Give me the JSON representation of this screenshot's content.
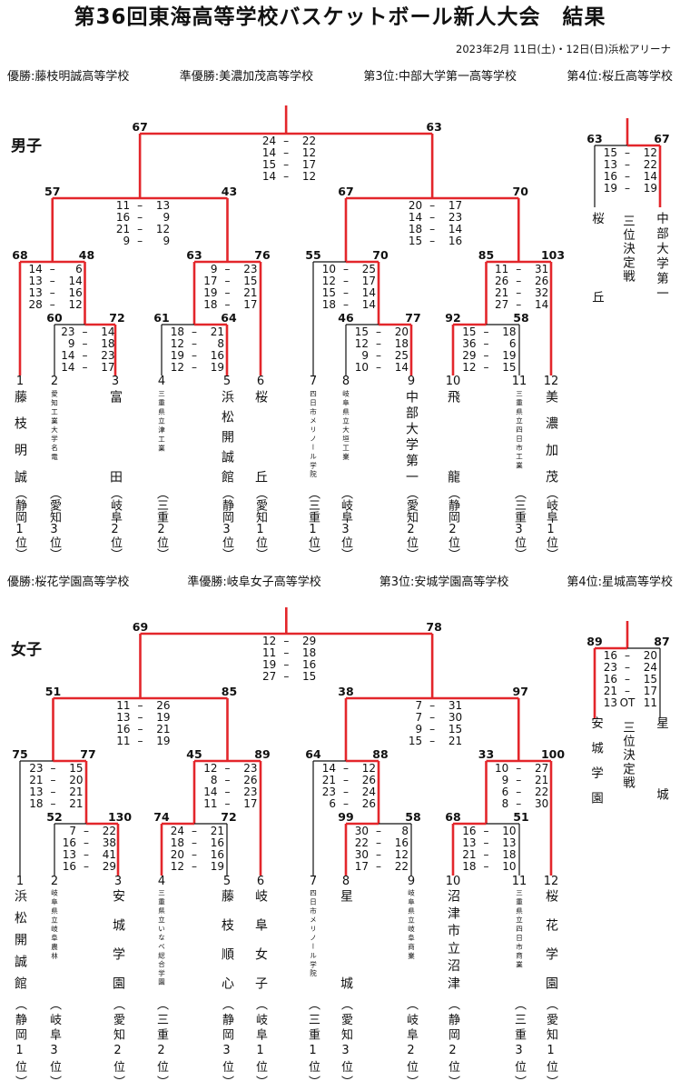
{
  "title": "第36回東海高等学校バスケットボール新人大会　結果",
  "date": "2023年2月 11日(土)・12日(日)浜松アリーナ",
  "colors": {
    "winner": "#e3262b",
    "line": "#111111"
  },
  "men": {
    "label": "男子",
    "results": [
      "優勝:藤枝明誠高等学校",
      "準優勝:美濃加茂高等学校",
      "第3位:中部大学第一高等学校",
      "第4位:桜丘高等学校"
    ],
    "teams": [
      {
        "no": "1",
        "name": "藤枝明誠",
        "pref": "（静岡1位）",
        "small": false
      },
      {
        "no": "2",
        "name": "愛知工業大学名電",
        "pref": "（愛知3位）",
        "small": true
      },
      {
        "no": "3",
        "name": "富田",
        "pref": "（岐阜2位）",
        "small": false
      },
      {
        "no": "4",
        "name": "三重県立津工業",
        "pref": "（三重2位）",
        "small": true
      },
      {
        "no": "5",
        "name": "浜松開誠館",
        "pref": "（静岡3位）",
        "small": false
      },
      {
        "no": "6",
        "name": "桜丘",
        "pref": "（愛知1位）",
        "small": false
      },
      {
        "no": "7",
        "name": "四日市メリノール学院",
        "pref": "（三重1位）",
        "small": true
      },
      {
        "no": "8",
        "name": "岐阜県立大垣工業",
        "pref": "（岐阜3位）",
        "small": true
      },
      {
        "no": "9",
        "name": "中部大学第一",
        "pref": "（愛知2位）",
        "small": false
      },
      {
        "no": "10",
        "name": "飛龍",
        "pref": "（静岡2位）",
        "small": false
      },
      {
        "no": "11",
        "name": "三重県立四日市工業",
        "pref": "（三重3位）",
        "small": true
      },
      {
        "no": "12",
        "name": "美濃加茂",
        "pref": "（岐阜1位）",
        "small": false
      }
    ],
    "bracket": {
      "scores": [
        67,
        63
      ],
      "winner": "L",
      "sets": [
        [
          24,
          22
        ],
        [
          14,
          12
        ],
        [
          15,
          17
        ],
        [
          14,
          12
        ]
      ],
      "L": {
        "scores": [
          57,
          43
        ],
        "winner": "L",
        "sets": [
          [
            11,
            13
          ],
          [
            16,
            9
          ],
          [
            21,
            12
          ],
          [
            9,
            9
          ]
        ],
        "L": {
          "scores": [
            68,
            48
          ],
          "winner": "L",
          "sets": [
            [
              14,
              6
            ],
            [
              13,
              14
            ],
            [
              13,
              16
            ],
            [
              28,
              12
            ]
          ],
          "L": 1,
          "R": {
            "scores": [
              60,
              72
            ],
            "winner": "R",
            "sets": [
              [
                23,
                14
              ],
              [
                9,
                18
              ],
              [
                14,
                23
              ],
              [
                14,
                17
              ]
            ],
            "L": 2,
            "R": 3
          }
        },
        "R": {
          "scores": [
            63,
            76
          ],
          "winner": "R",
          "sets": [
            [
              9,
              23
            ],
            [
              17,
              15
            ],
            [
              19,
              21
            ],
            [
              18,
              17
            ]
          ],
          "L": {
            "scores": [
              61,
              64
            ],
            "winner": "R",
            "sets": [
              [
                18,
                21
              ],
              [
                12,
                8
              ],
              [
                19,
                16
              ],
              [
                12,
                19
              ]
            ],
            "L": 4,
            "R": 5
          },
          "R": 6
        }
      },
      "R": {
        "scores": [
          67,
          70
        ],
        "winner": "R",
        "sets": [
          [
            20,
            17
          ],
          [
            14,
            23
          ],
          [
            18,
            14
          ],
          [
            15,
            16
          ]
        ],
        "L": {
          "scores": [
            55,
            70
          ],
          "winner": "R",
          "sets": [
            [
              10,
              25
            ],
            [
              12,
              17
            ],
            [
              15,
              14
            ],
            [
              18,
              14
            ]
          ],
          "L": 7,
          "R": {
            "scores": [
              46,
              77
            ],
            "winner": "R",
            "sets": [
              [
                15,
                20
              ],
              [
                12,
                18
              ],
              [
                9,
                25
              ],
              [
                10,
                14
              ]
            ],
            "L": 8,
            "R": 9
          }
        },
        "R": {
          "scores": [
            85,
            103
          ],
          "winner": "R",
          "sets": [
            [
              11,
              31
            ],
            [
              26,
              26
            ],
            [
              21,
              32
            ],
            [
              27,
              14
            ]
          ],
          "L": {
            "scores": [
              92,
              58
            ],
            "winner": "L",
            "sets": [
              [
                15,
                18
              ],
              [
                36,
                6
              ],
              [
                29,
                19
              ],
              [
                12,
                15
              ]
            ],
            "L": 10,
            "R": 11
          },
          "R": 12
        }
      }
    },
    "third": {
      "label": "三位決定戦",
      "teams": [
        {
          "name": "桜丘"
        },
        {
          "name": "中部大学第一"
        }
      ],
      "bracket": {
        "scores": [
          63,
          67
        ],
        "winner": "R",
        "sets": [
          [
            15,
            12
          ],
          [
            13,
            22
          ],
          [
            16,
            14
          ],
          [
            19,
            19
          ]
        ],
        "L": 1,
        "R": 2
      }
    }
  },
  "women": {
    "label": "女子",
    "results": [
      "優勝:桜花学園高等学校",
      "準優勝:岐阜女子高等学校",
      "第3位:安城学園高等学校",
      "第4位:星城高等学校"
    ],
    "teams": [
      {
        "no": "1",
        "name": "浜松開誠館",
        "pref": "（静岡1位）",
        "small": false
      },
      {
        "no": "2",
        "name": "岐阜県立岐阜農林",
        "pref": "（岐阜3位）",
        "small": true
      },
      {
        "no": "3",
        "name": "安城学園",
        "pref": "（愛知2位）",
        "small": false
      },
      {
        "no": "4",
        "name": "三重県立いなべ総合学園",
        "pref": "（三重2位）",
        "small": true
      },
      {
        "no": "5",
        "name": "藤枝順心",
        "pref": "（静岡3位）",
        "small": false
      },
      {
        "no": "6",
        "name": "岐阜女子",
        "pref": "（岐阜1位）",
        "small": false
      },
      {
        "no": "7",
        "name": "四日市メリノール学院",
        "pref": "（三重1位）",
        "small": true
      },
      {
        "no": "8",
        "name": "星城",
        "pref": "（愛知3位）",
        "small": false
      },
      {
        "no": "9",
        "name": "岐阜県立岐阜商業",
        "pref": "（岐阜2位）",
        "small": true
      },
      {
        "no": "10",
        "name": "沼津市立沼津",
        "pref": "（静岡2位）",
        "small": false
      },
      {
        "no": "11",
        "name": "三重県立四日市商業",
        "pref": "（三重3位）",
        "small": true
      },
      {
        "no": "12",
        "name": "桜花学園",
        "pref": "（愛知1位）",
        "small": false
      }
    ],
    "bracket": {
      "scores": [
        69,
        78
      ],
      "winner": "R",
      "sets": [
        [
          12,
          29
        ],
        [
          11,
          18
        ],
        [
          19,
          16
        ],
        [
          27,
          15
        ]
      ],
      "L": {
        "scores": [
          51,
          85
        ],
        "winner": "R",
        "sets": [
          [
            11,
            26
          ],
          [
            13,
            19
          ],
          [
            16,
            21
          ],
          [
            11,
            19
          ]
        ],
        "L": {
          "scores": [
            75,
            77
          ],
          "winner": "R",
          "sets": [
            [
              23,
              15
            ],
            [
              21,
              20
            ],
            [
              13,
              21
            ],
            [
              18,
              21
            ]
          ],
          "L": 1,
          "R": {
            "scores": [
              52,
              130
            ],
            "winner": "R",
            "sets": [
              [
                7,
                22
              ],
              [
                16,
                38
              ],
              [
                13,
                41
              ],
              [
                16,
                29
              ]
            ],
            "L": 2,
            "R": 3
          }
        },
        "R": {
          "scores": [
            45,
            89
          ],
          "winner": "R",
          "sets": [
            [
              12,
              23
            ],
            [
              8,
              26
            ],
            [
              14,
              23
            ],
            [
              11,
              17
            ]
          ],
          "L": {
            "scores": [
              74,
              72
            ],
            "winner": "L",
            "sets": [
              [
                24,
                21
              ],
              [
                18,
                16
              ],
              [
                20,
                16
              ],
              [
                12,
                19
              ]
            ],
            "L": 4,
            "R": 5
          },
          "R": 6
        }
      },
      "R": {
        "scores": [
          38,
          97
        ],
        "winner": "R",
        "sets": [
          [
            7,
            31
          ],
          [
            7,
            30
          ],
          [
            9,
            15
          ],
          [
            15,
            21
          ]
        ],
        "L": {
          "scores": [
            64,
            88
          ],
          "winner": "R",
          "sets": [
            [
              14,
              12
            ],
            [
              21,
              26
            ],
            [
              23,
              24
            ],
            [
              6,
              26
            ]
          ],
          "L": 7,
          "R": {
            "scores": [
              99,
              58
            ],
            "winner": "L",
            "sets": [
              [
                30,
                8
              ],
              [
                22,
                16
              ],
              [
                30,
                12
              ],
              [
                17,
                22
              ]
            ],
            "L": 8,
            "R": 9
          }
        },
        "R": {
          "scores": [
            33,
            100
          ],
          "winner": "R",
          "sets": [
            [
              10,
              27
            ],
            [
              9,
              21
            ],
            [
              6,
              22
            ],
            [
              8,
              30
            ]
          ],
          "L": {
            "scores": [
              68,
              51
            ],
            "winner": "L",
            "sets": [
              [
                16,
                10
              ],
              [
                13,
                13
              ],
              [
                21,
                18
              ],
              [
                18,
                10
              ]
            ],
            "L": 10,
            "R": 11
          },
          "R": 12
        }
      }
    },
    "third": {
      "label": "三位決定戦",
      "teams": [
        {
          "name": "安城学園"
        },
        {
          "name": "星城"
        }
      ],
      "bracket": {
        "scores": [
          89,
          87
        ],
        "winner": "L",
        "sets": [
          [
            16,
            20
          ],
          [
            23,
            24
          ],
          [
            16,
            15
          ],
          [
            21,
            17
          ],
          [
            13,
            11,
            "OT"
          ]
        ],
        "L": 1,
        "R": 2
      }
    }
  }
}
